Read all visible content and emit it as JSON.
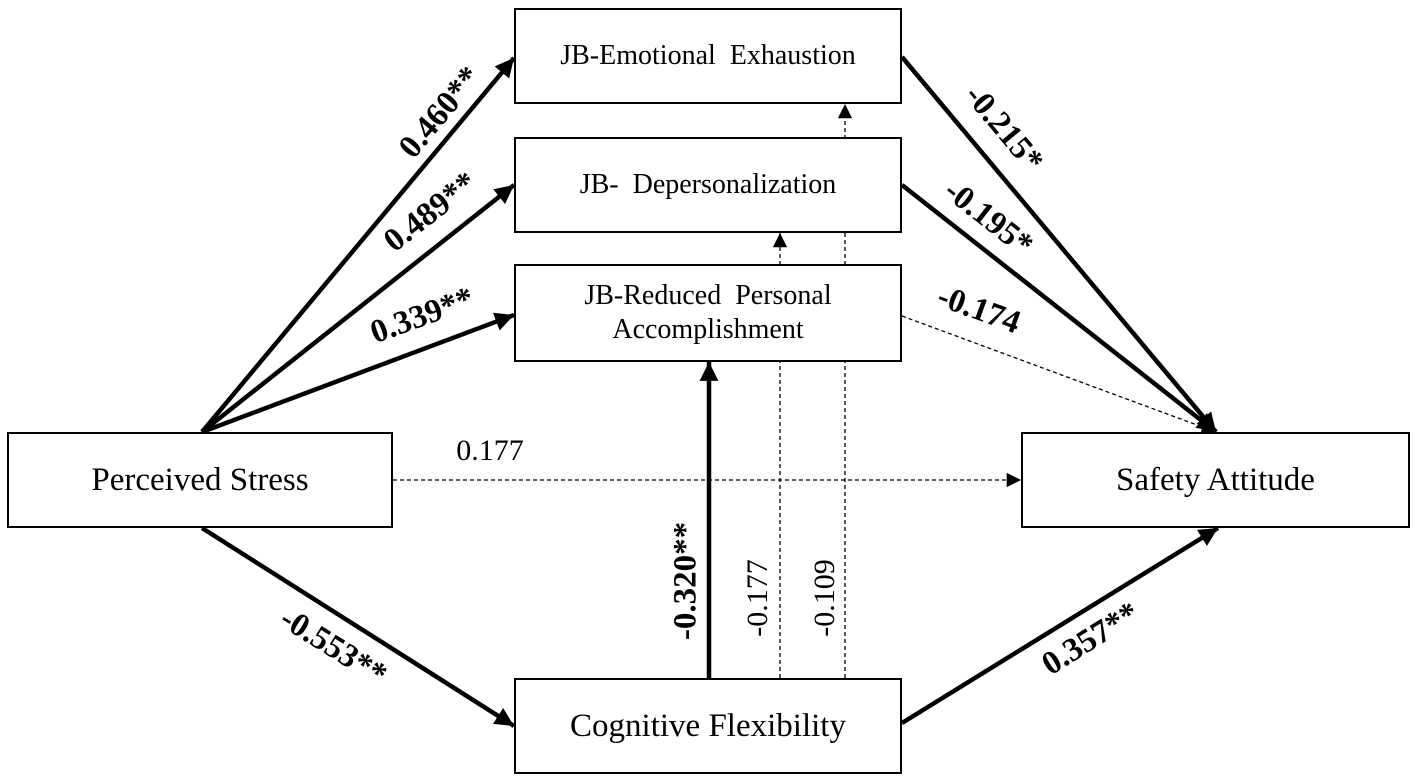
{
  "nodes": {
    "perceived_stress": "Perceived Stress",
    "emotional_exhaustion": "JB-Emotional  Exhaustion",
    "depersonalization": "JB-  Depersonalization",
    "reduced_accomplishment_line1": "JB-Reduced  Personal",
    "reduced_accomplishment_line2": "Accomplishment",
    "safety_attitude": "Safety Attitude",
    "cognitive_flexibility": "Cognitive Flexibility"
  },
  "paths": {
    "ps_to_ee": {
      "coefficient": "0.460**",
      "significant": true
    },
    "ps_to_dp": {
      "coefficient": "0.489**",
      "significant": true
    },
    "ps_to_rpa": {
      "coefficient": "0.339**",
      "significant": true
    },
    "ps_to_sa": {
      "coefficient": "0.177",
      "significant": false
    },
    "ps_to_cf": {
      "coefficient": "-0.553**",
      "significant": true
    },
    "ee_to_sa": {
      "coefficient": "-0.215*",
      "significant": true
    },
    "dp_to_sa": {
      "coefficient": "-0.195*",
      "significant": true
    },
    "rpa_to_sa": {
      "coefficient": "-0.174",
      "significant": false
    },
    "cf_to_rpa": {
      "coefficient": "-0.320**",
      "significant": true
    },
    "cf_to_dp": {
      "coefficient": "-0.177",
      "significant": false
    },
    "cf_to_ee": {
      "coefficient": "-0.109",
      "significant": false
    },
    "cf_to_sa": {
      "coefficient": "0.357**",
      "significant": true
    }
  }
}
